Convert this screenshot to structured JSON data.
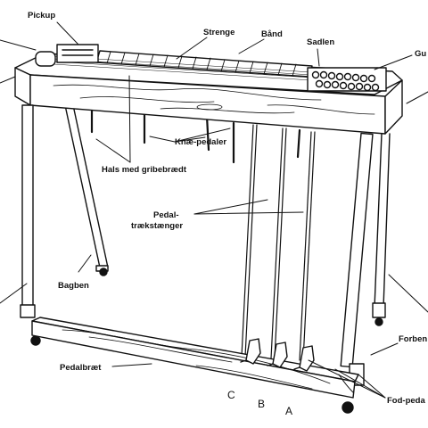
{
  "labels": {
    "pickup": "Pickup",
    "strenge": "Strenge",
    "baand": "Bånd",
    "sadlen": "Sadlen",
    "gu_partial": "Gu",
    "knae_pedaler": "Knæ-pedaler",
    "hals": "Hals med gribebrædt",
    "pedal_line1": "Pedal-",
    "pedal_line2": "trækstænger",
    "bagben": "Bagben",
    "forben_partial": "Forben",
    "pedalbraet": "Pedalbræt",
    "fodpedal_partial": "Fod-peda",
    "letter_c": "C",
    "letter_b": "B",
    "letter_a": "A"
  },
  "colors": {
    "ink": "#111111",
    "body_fill": "#ffffff",
    "shade": "#c9c9c9"
  }
}
